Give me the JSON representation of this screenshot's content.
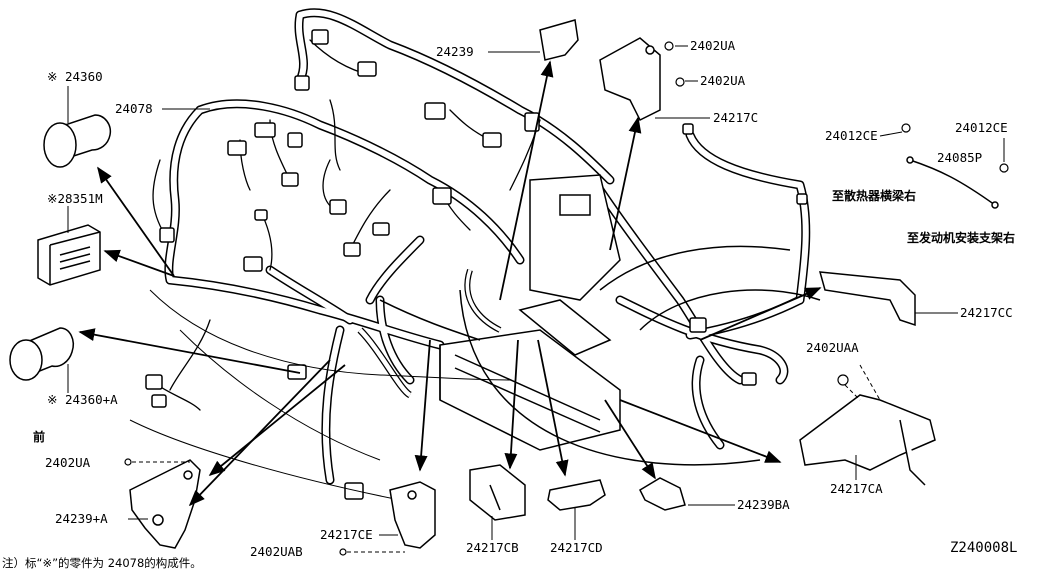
{
  "diagram_id": "Z240008L",
  "labels": {
    "p24360": "※ 24360",
    "p24078": "24078",
    "p28351m": "※28351M",
    "p24360a": "※ 24360+A",
    "front": "前",
    "p2402ua_left": "2402UA",
    "p24239a": "24239+A",
    "p2402uab": "2402UAB",
    "p24217ce": "24217CE",
    "p24217cb": "24217CB",
    "p24217cd": "24217CD",
    "p24239ba": "24239BA",
    "p24217ca": "24217CA",
    "p2402uaa": "2402UAA",
    "p24217cc": "24217CC",
    "p24239": "24239",
    "p2402ua_top1": "2402UA",
    "p2402ua_top2": "2402UA",
    "p24217c": "24217C",
    "p24012ce_left": "24012CE",
    "p24012ce_right": "24012CE",
    "p24085p": "24085P",
    "radiator_note": "至散热器横梁右",
    "engine_note": "至发动机安装支架右",
    "footnote": "注）标“※”的零件为 24078的构成件。"
  },
  "colors": {
    "line": "#000000",
    "background": "#ffffff"
  }
}
